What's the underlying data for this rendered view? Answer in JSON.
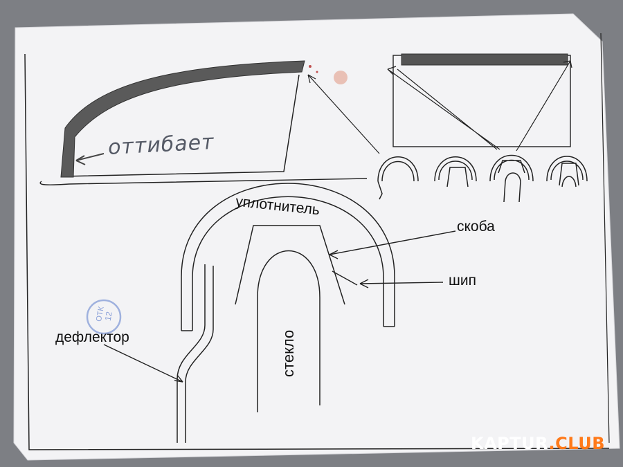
{
  "labels": {
    "bend": "оттибает",
    "seal": "уплотнитель",
    "bracket": "скоба",
    "spike": "шип",
    "glass": "стекло",
    "deflector": "дефлектор"
  },
  "stamp": {
    "text_top": "ОТК",
    "text_bottom": "12"
  },
  "watermark": {
    "brand": "KAPTUR",
    "suffix": ".CLUB"
  },
  "colors": {
    "paper": "#f4f4f6",
    "ink": "#222222",
    "shade": "#5c5c5c",
    "stamp": "#8aa0d8",
    "background": "#7d7f84"
  }
}
